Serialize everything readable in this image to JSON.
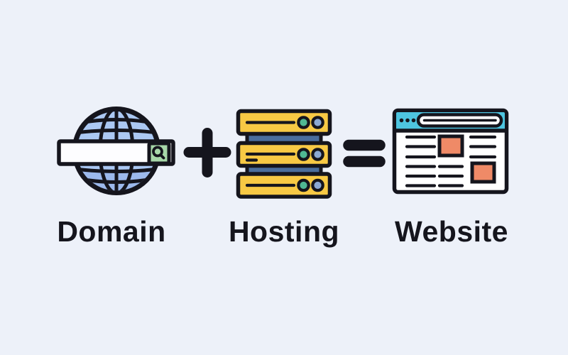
{
  "title": "Domain plus Hosting equals Website illustration",
  "colors": {
    "bg": "#edf1f9",
    "ink": "#15151d",
    "globe_fill": "#abc8f3",
    "globe_shade": "#9cb9ec",
    "bar_fill": "#fdfdff",
    "btn_green": "#a8d8a9",
    "server_yellow": "#f8c944",
    "connector_blue": "#4a6d9c",
    "led_green": "#4fb893",
    "led_blue": "#8ba8d3",
    "topbar_cyan": "#4ec5e0",
    "tile_orange": "#ef8a67",
    "white": "#ffffff"
  },
  "equation": {
    "plus_symbol": "+",
    "equals_symbol": "=",
    "items": [
      {
        "label": "Domain",
        "icon": "globe-search-icon"
      },
      {
        "label": "Hosting",
        "icon": "server-stack-icon"
      },
      {
        "label": "Website",
        "icon": "browser-window-icon"
      }
    ]
  }
}
